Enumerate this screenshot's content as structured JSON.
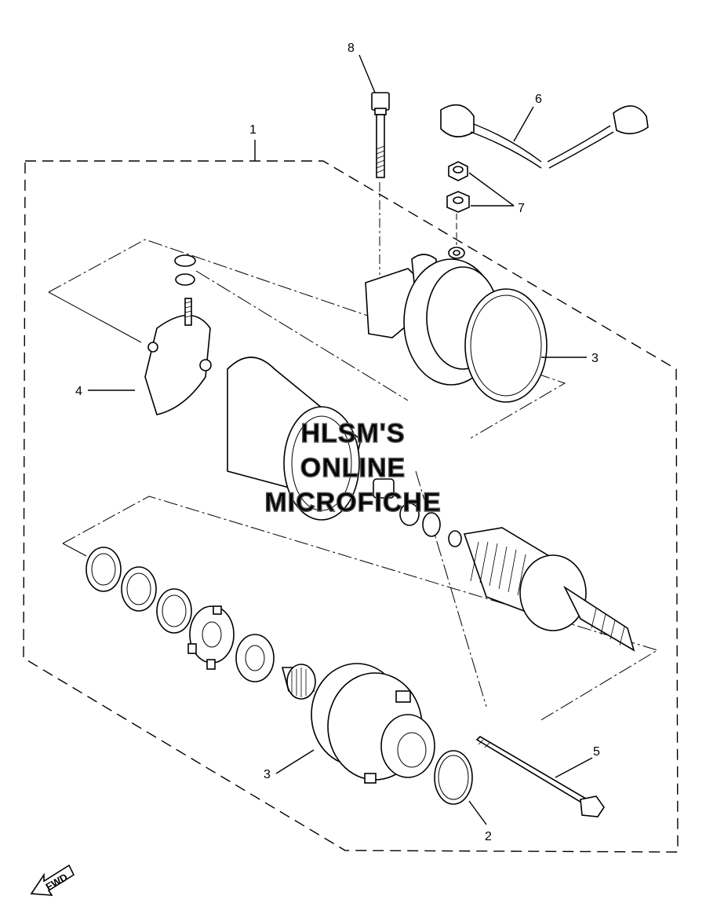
{
  "callouts": [
    {
      "id": "1",
      "label": "1"
    },
    {
      "id": "2",
      "label": "2"
    },
    {
      "id": "3a",
      "label": "3"
    },
    {
      "id": "3b",
      "label": "3"
    },
    {
      "id": "4",
      "label": "4"
    },
    {
      "id": "5",
      "label": "5"
    },
    {
      "id": "6",
      "label": "6"
    },
    {
      "id": "7",
      "label": "7"
    },
    {
      "id": "8",
      "label": "8"
    }
  ],
  "watermark": {
    "line1": "HLSM'S",
    "line2": "ONLINE",
    "line3": "MICROFICHE"
  },
  "direction_arrow": {
    "label": "FWD",
    "icon": "fwd-arrow-icon"
  }
}
